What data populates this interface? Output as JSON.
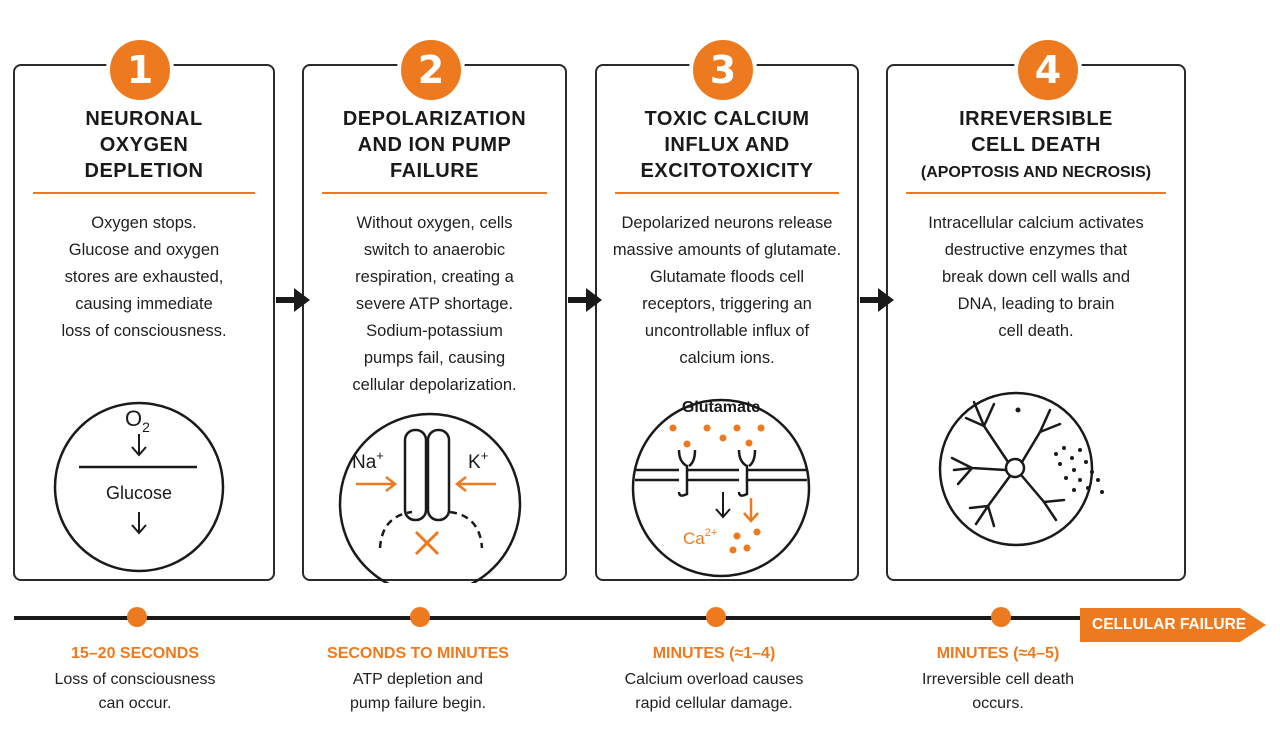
{
  "steps": [
    {
      "number": "1",
      "title_lines": [
        "NEURONAL",
        "OXYGEN",
        "DEPLETION"
      ],
      "subtitle": "",
      "description_lines": [
        "Oxygen stops.",
        "Glucose and oxygen",
        "stores are exhausted,",
        "causing immediate",
        "loss of consciousness."
      ],
      "illustration": {
        "o2_label": "O",
        "o2_subscript": "2",
        "glucose_label": "Glucose"
      }
    },
    {
      "number": "2",
      "title_lines": [
        "DEPOLARIZATION",
        "AND ION PUMP",
        "FAILURE"
      ],
      "subtitle": "",
      "description_lines": [
        "Without oxygen, cells",
        "switch to anaerobic",
        "respiration, creating a",
        "severe ATP shortage.",
        "Sodium-potassium",
        "pumps fail, causing",
        "cellular depolarization."
      ],
      "illustration": {
        "na_label": "Na",
        "na_charge": "+",
        "k_label": "K",
        "k_charge": "+"
      }
    },
    {
      "number": "3",
      "title_lines": [
        "TOXIC CALCIUM",
        "INFLUX AND",
        "EXCITOTOXICITY"
      ],
      "subtitle": "",
      "description_lines": [
        "Depolarized neurons release",
        "massive amounts of glutamate.",
        "Glutamate floods cell",
        "receptors, triggering an",
        "uncontrollable influx of",
        "calcium ions."
      ],
      "illustration": {
        "glutamate_label": "Glutamate",
        "ca_label": "Ca",
        "ca_charge": "2+"
      }
    },
    {
      "number": "4",
      "title_lines": [
        "IRREVERSIBLE",
        "CELL DEATH"
      ],
      "subtitle": "(APOPTOSIS AND NECROSIS)",
      "description_lines": [
        "Intracellular calcium activates",
        "destructive enzymes that",
        "break down cell walls and",
        "DNA, leading to brain",
        "cell death."
      ],
      "illustration": {}
    }
  ],
  "timeline": {
    "end_label": "CELLULAR FAILURE",
    "points": [
      {
        "time": "15–20 SECONDS",
        "caption_lines": [
          "Loss of consciousness",
          "can occur."
        ]
      },
      {
        "time": "SECONDS TO MINUTES",
        "caption_lines": [
          "ATP depletion and",
          "pump failure begin."
        ]
      },
      {
        "time": "MINUTES (≈1–4)",
        "caption_lines": [
          "Calcium overload causes",
          "rapid cellular damage."
        ]
      },
      {
        "time": "MINUTES (≈4–5)",
        "caption_lines": [
          "Irreversible cell death",
          "occurs."
        ]
      }
    ]
  },
  "colors": {
    "accent": "#ee7a1f",
    "ink": "#1a1a1a",
    "border": "#2a2a2a"
  }
}
